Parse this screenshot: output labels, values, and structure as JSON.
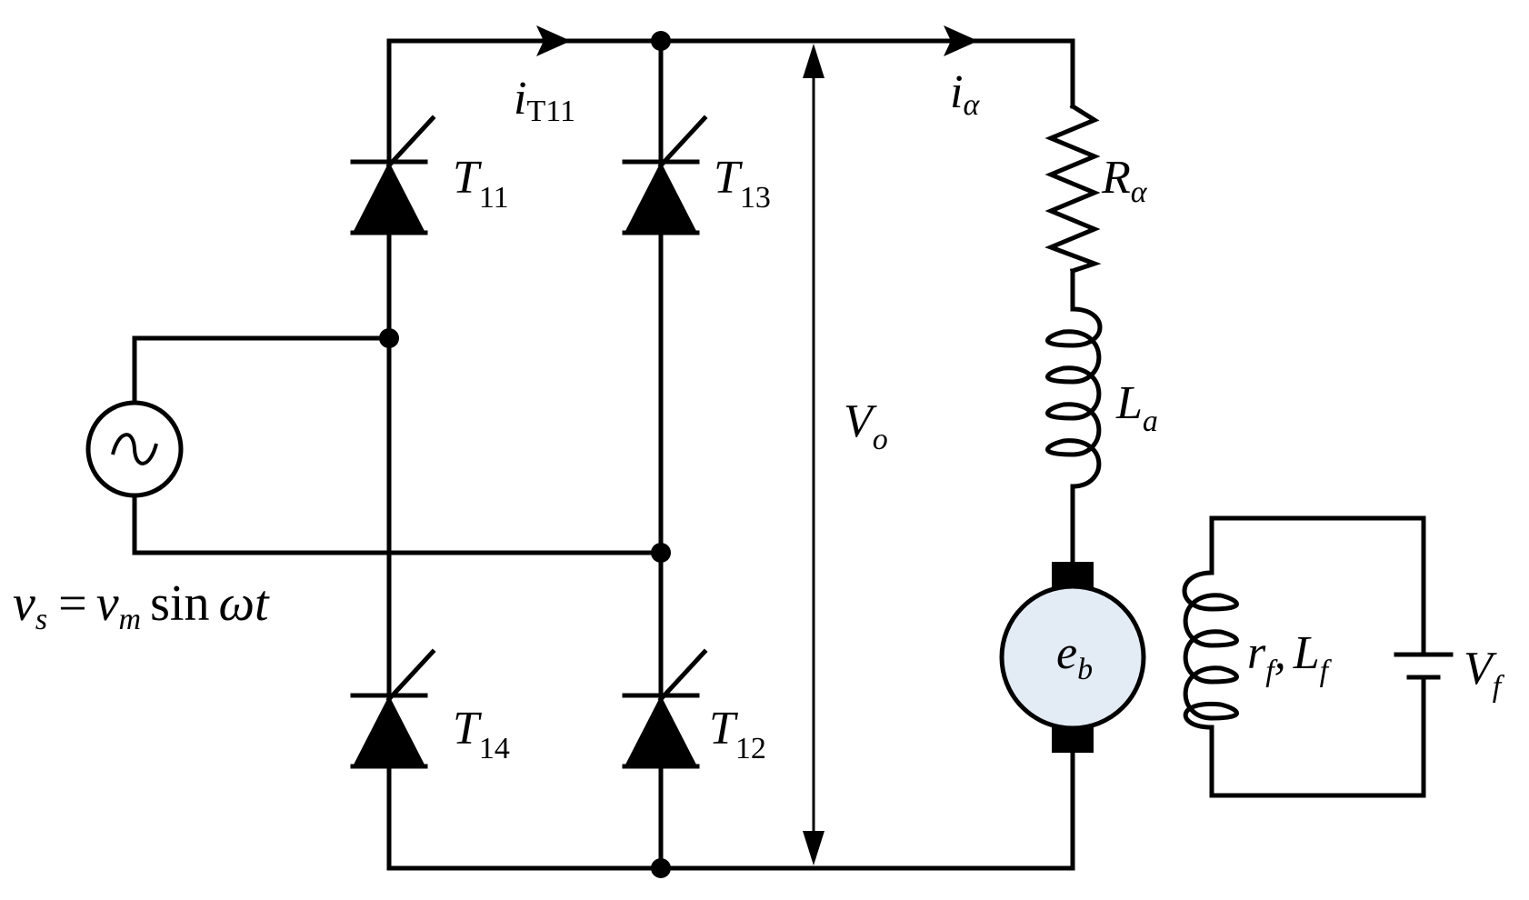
{
  "labels": {
    "i_T11": {
      "main": "i",
      "sub": "T11"
    },
    "i_a": {
      "main": "i",
      "sub": "α"
    },
    "T11": {
      "main": "T",
      "sub": "11"
    },
    "T13": {
      "main": "T",
      "sub": "13"
    },
    "T14": {
      "main": "T",
      "sub": "14"
    },
    "T12": {
      "main": "T",
      "sub": "12"
    },
    "Vo": {
      "main": "V",
      "sub": "o"
    },
    "Ra": {
      "main": "R",
      "sub": "α"
    },
    "La": {
      "main": "L",
      "sub": "a"
    },
    "eb": {
      "main": "e",
      "sub": "b"
    },
    "rf": {
      "main": "r",
      "sub": "f"
    },
    "Lf": {
      "main": "L",
      "sub": "f"
    },
    "Vf": {
      "main": "V",
      "sub": "f"
    },
    "source": {
      "v1": "v",
      "s1": "s",
      "eq": "=",
      "v2": "v",
      "s2": "m",
      "fn": "sin",
      "arg": "ωt"
    },
    "comma": ","
  },
  "colors": {
    "wire": "#000000",
    "motor_fill": "#e3ebf5"
  }
}
